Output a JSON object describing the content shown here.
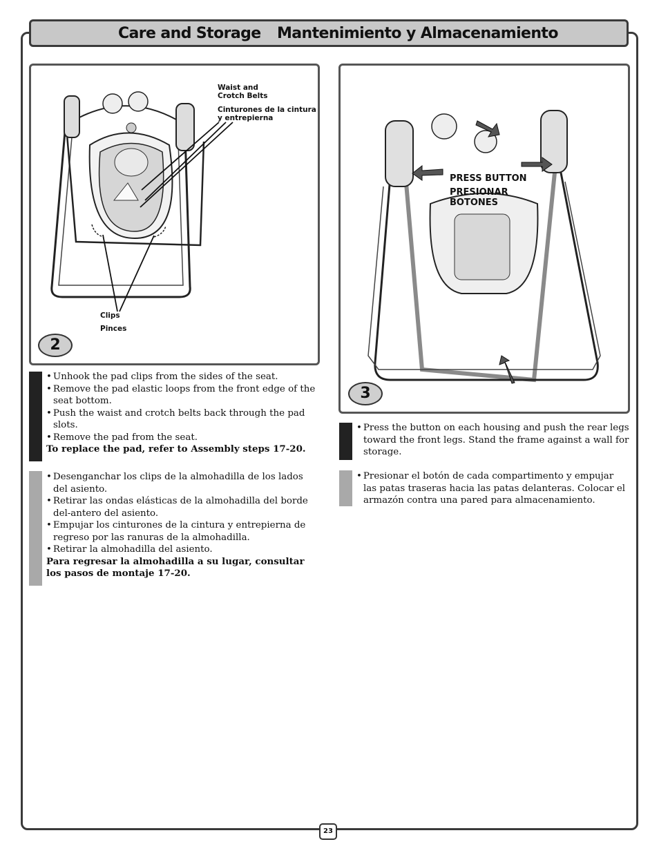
{
  "header": {
    "title_en": "Care and Storage",
    "title_es": "Mantenimiento y Almacenamiento"
  },
  "step2": {
    "number": "2",
    "callouts": {
      "belts_en": "Waist and\nCrotch Belts",
      "belts_es": "Cinturones de la cintura\ny entrepierna",
      "clips_en": "Clips",
      "clips_es": "Pinces"
    },
    "english": {
      "bullets": [
        "Unhook the pad clips from the sides of the seat.",
        "Remove the pad elastic loops from the front edge of the seat bottom.",
        "Push the waist and crotch belts back through the pad slots.",
        "Remove the pad from the seat."
      ],
      "note": "To replace the pad, refer to Assembly steps 17-20."
    },
    "spanish": {
      "bullets": [
        "Desenganchar los clips de la almohadilla de los lados del asiento.",
        "Retirar las ondas elásticas de la almohadilla del borde del-antero del asiento.",
        "Empujar los cinturones de la cintura y entrepierna de regreso por las ranuras de la almohadilla.",
        "Retirar la almohadilla del asiento."
      ],
      "note": "Para regresar la almohadilla a su lugar, consultar los pasos de montaje 17-20."
    }
  },
  "step3": {
    "number": "3",
    "callouts": {
      "press_en": "PRESS BUTTON",
      "press_es": "PRESIONAR\nBOTONES"
    },
    "english": {
      "bullets": [
        "Press the button on each housing and push the rear legs toward the front legs. Stand the frame against a wall for storage."
      ]
    },
    "spanish": {
      "bullets": [
        "Presionar el botón de cada compartimento y empujar las patas traseras hacia las patas delanteras. Colocar el armazón contra una pared para almacenamiento."
      ]
    }
  },
  "page_number": "23"
}
